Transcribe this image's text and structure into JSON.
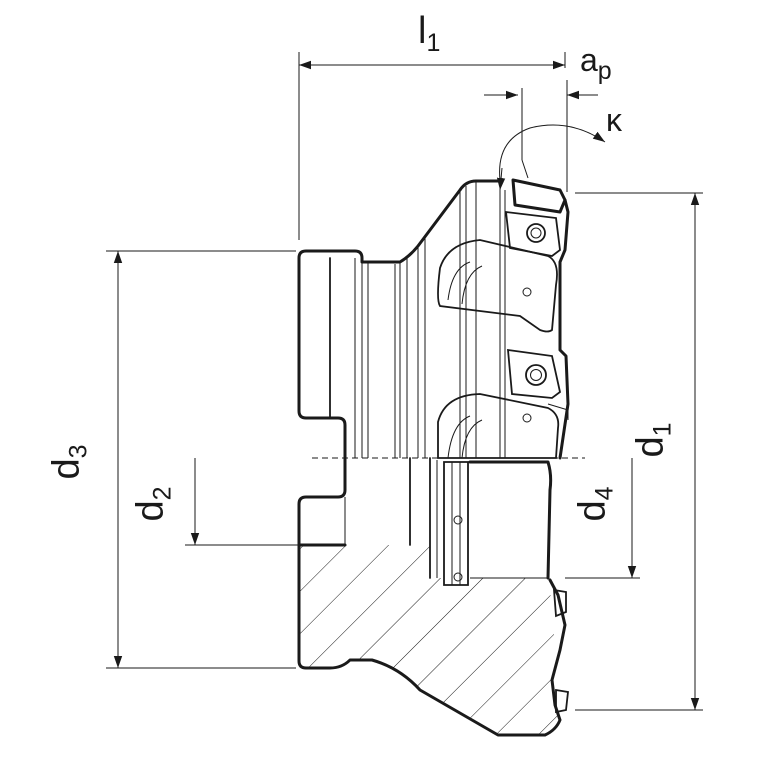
{
  "labels": {
    "l1": {
      "main": "l",
      "sub": "1"
    },
    "ap": {
      "main": "a",
      "sub": "p"
    },
    "kappa": "κ",
    "d1": {
      "main": "d",
      "sub": "1"
    },
    "d2": {
      "main": "d",
      "sub": "2"
    },
    "d3": {
      "main": "d",
      "sub": "3"
    },
    "d4": {
      "main": "d",
      "sub": "4"
    }
  },
  "colors": {
    "line": "#1a1a1a",
    "background": "#ffffff"
  }
}
